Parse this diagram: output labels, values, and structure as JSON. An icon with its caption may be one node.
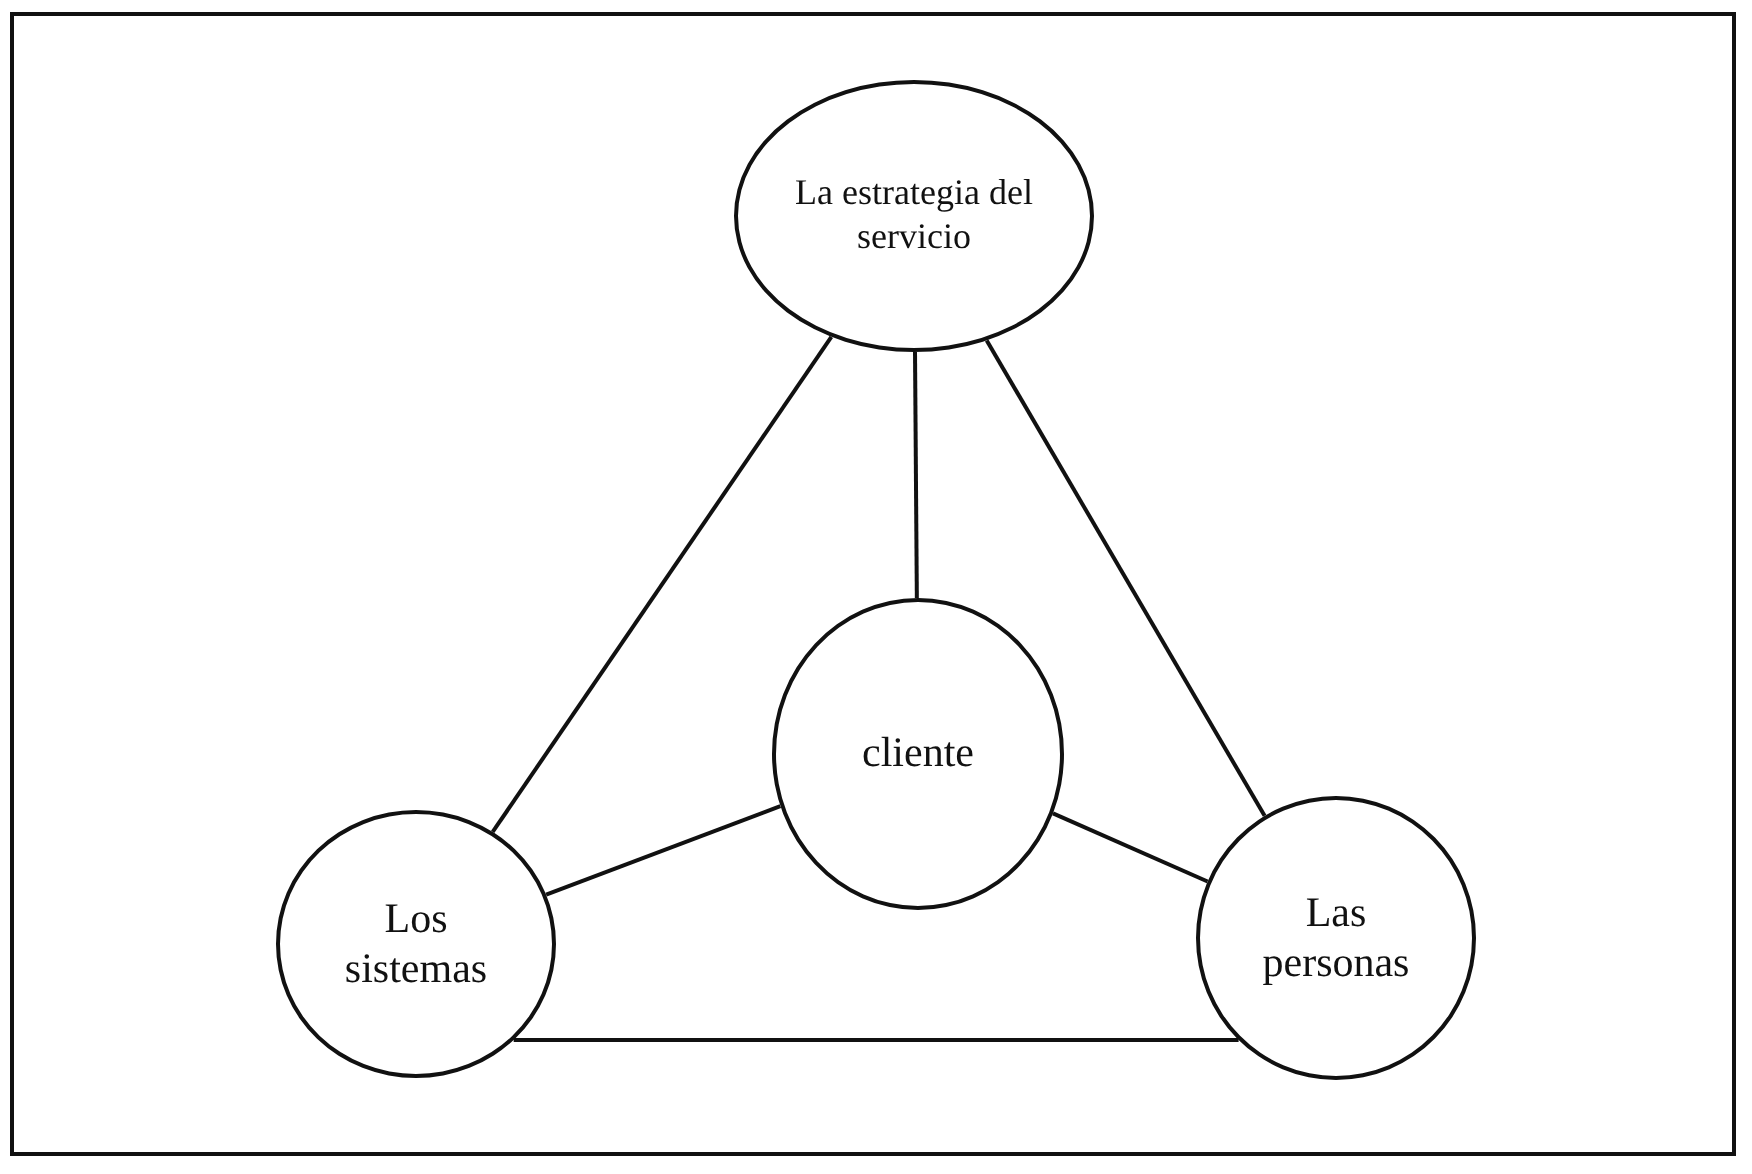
{
  "diagram": {
    "nodes": [
      {
        "text": [
          "La estrategia del servicio"
        ]
      },
      {
        "text": [
          "cliente"
        ]
      },
      {
        "text": [
          "Los sistemas"
        ]
      },
      {
        "text": [
          "Las personas"
        ]
      }
    ],
    "edges": [
      {
        "from": 0,
        "to": 1,
        "arrow": "none"
      },
      {
        "from": 0,
        "to": 2,
        "arrow": "none"
      },
      {
        "from": 0,
        "to": 3,
        "arrow": "none"
      },
      {
        "from": 1,
        "to": 2,
        "arrow": "none"
      },
      {
        "from": 1,
        "to": 3,
        "arrow": "none"
      },
      {
        "from": 2,
        "to": 3,
        "arrow": "none"
      }
    ]
  }
}
